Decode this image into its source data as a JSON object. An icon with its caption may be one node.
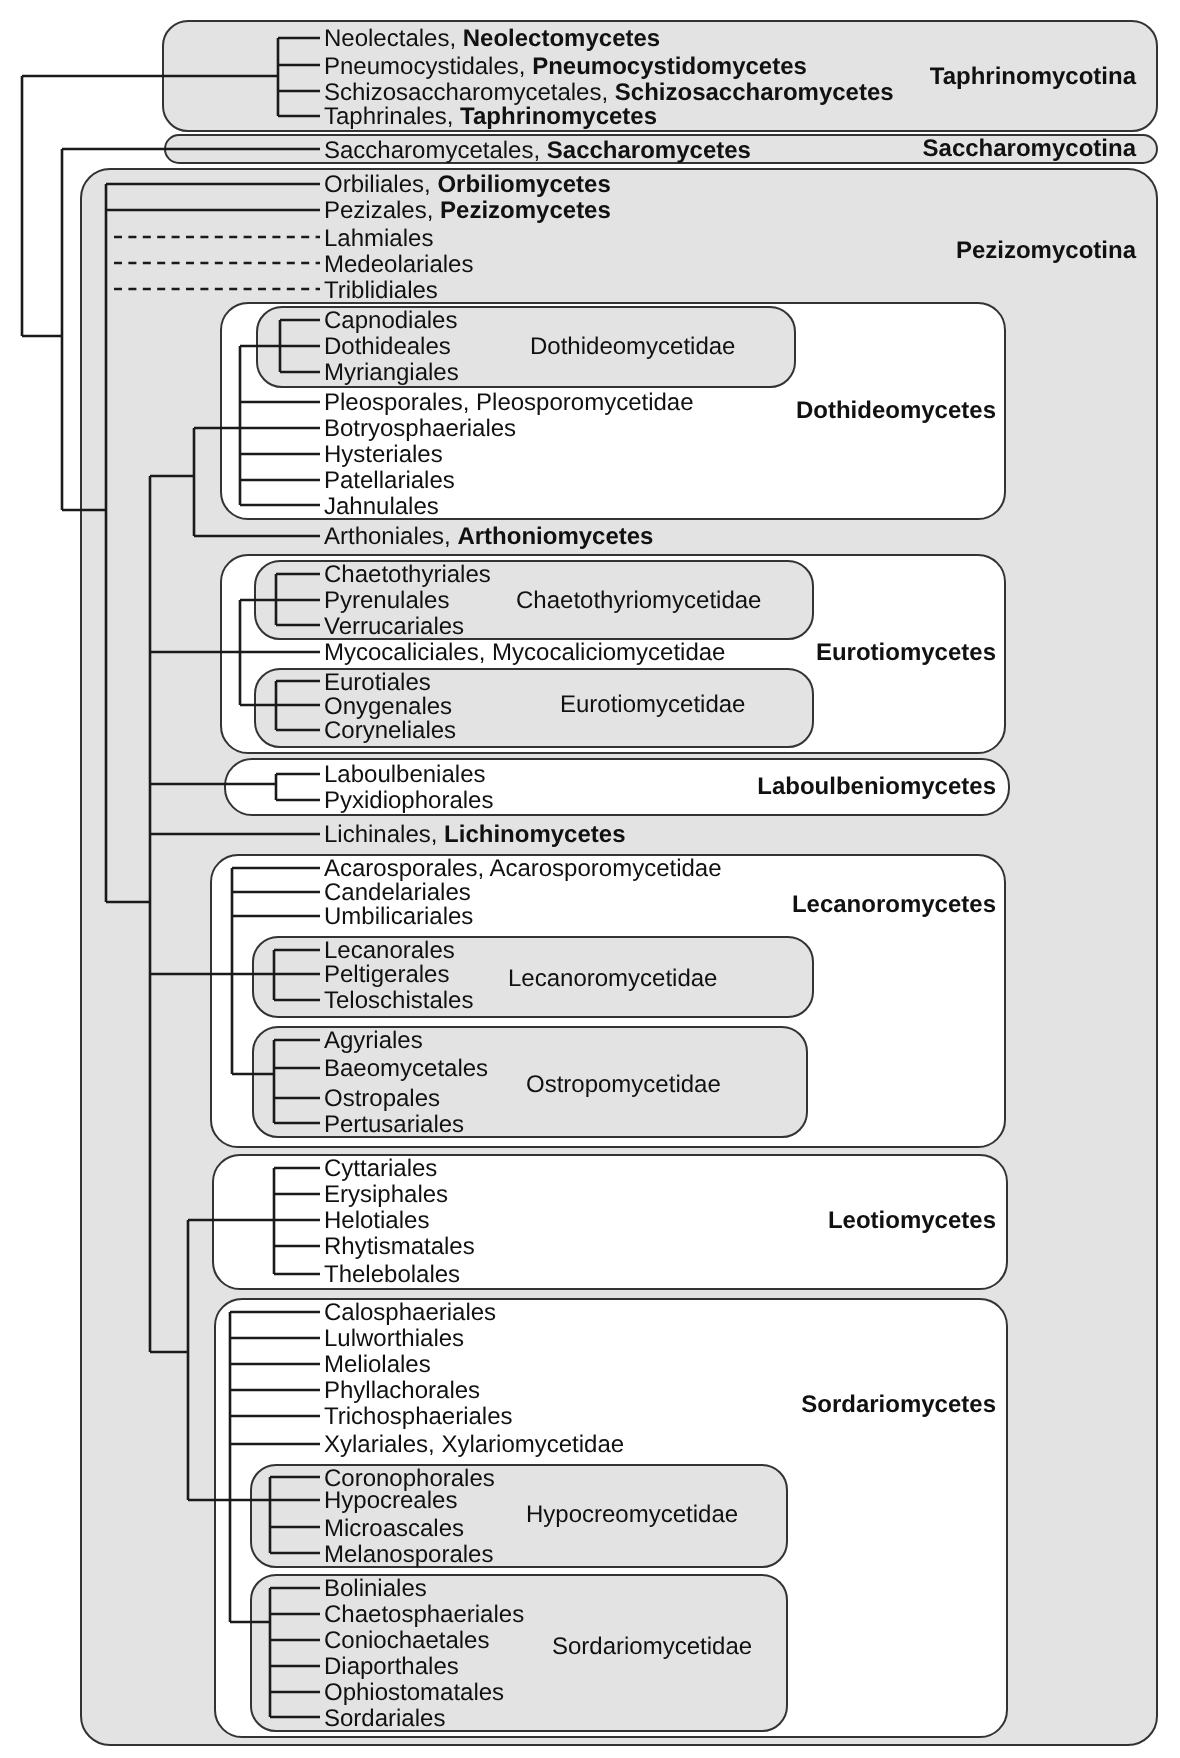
{
  "diagram": {
    "nodes": [
      {
        "text": [
          "Taphrinomycotina"
        ]
      },
      {
        "text": [
          "Neolectales, **Neolectomycetes**"
        ],
        "in": 0
      },
      {
        "text": [
          "Pneumocystidales, **Pneumocystidomycetes**"
        ],
        "in": 0
      },
      {
        "text": [
          "Schizosaccharomycetales, **Schizosaccharomycetes**"
        ],
        "in": 0
      },
      {
        "text": [
          "Taphrinales, **Taphrinomycetes**"
        ],
        "in": 0
      },
      {
        "text": [
          "Saccharomycotina"
        ]
      },
      {
        "text": [
          "Saccharomycetales, **Saccharomycetes**"
        ],
        "in": 5
      },
      {
        "text": [
          "Pezizomycotina"
        ]
      },
      {
        "text": [
          "Orbiliales, **Orbiliomycetes**"
        ],
        "in": 7
      },
      {
        "text": [
          "Pezizales, **Pezizomycetes**"
        ],
        "in": 7
      },
      {
        "text": [
          "Lahmiales"
        ],
        "in": 7
      },
      {
        "text": [
          "Medeolariales"
        ],
        "in": 7
      },
      {
        "text": [
          "Triblidiales"
        ],
        "in": 7
      },
      {
        "text": [
          "Dothideomycetes"
        ],
        "in": 7
      },
      {
        "text": [
          "Dothideomycetidae"
        ],
        "in": 13
      },
      {
        "text": [
          "Capnodiales"
        ],
        "in": 14
      },
      {
        "text": [
          "Dothideales"
        ],
        "in": 14
      },
      {
        "text": [
          "Myriangiales"
        ],
        "in": 14
      },
      {
        "text": [
          "Pleosporales, Pleosporomycetidae"
        ],
        "in": 13
      },
      {
        "text": [
          "Botryosphaeriales"
        ],
        "in": 13
      },
      {
        "text": [
          "Hysteriales"
        ],
        "in": 13
      },
      {
        "text": [
          "Patellariales"
        ],
        "in": 13
      },
      {
        "text": [
          "Jahnulales"
        ],
        "in": 13
      },
      {
        "text": [
          "Arthoniales, **Arthoniomycetes**"
        ],
        "in": 7
      },
      {
        "text": [
          "Eurotiomycetes"
        ],
        "in": 7
      },
      {
        "text": [
          "Chaetothyriomycetidae"
        ],
        "in": 24
      },
      {
        "text": [
          "Chaetothyriales"
        ],
        "in": 25
      },
      {
        "text": [
          "Pyrenulales"
        ],
        "in": 25
      },
      {
        "text": [
          "Verrucariales"
        ],
        "in": 25
      },
      {
        "text": [
          "Mycocaliciales, Mycocaliciomycetidae"
        ],
        "in": 24
      },
      {
        "text": [
          "Eurotiomycetidae"
        ],
        "in": 24
      },
      {
        "text": [
          "Eurotiales"
        ],
        "in": 30
      },
      {
        "text": [
          "Onygenales"
        ],
        "in": 30
      },
      {
        "text": [
          "Coryneliales"
        ],
        "in": 30
      },
      {
        "text": [
          "Laboulbeniomycetes"
        ],
        "in": 7
      },
      {
        "text": [
          "Laboulbeniales"
        ],
        "in": 34
      },
      {
        "text": [
          "Pyxidiophorales"
        ],
        "in": 34
      },
      {
        "text": [
          "Lichinales, **Lichinomycetes**"
        ],
        "in": 7
      },
      {
        "text": [
          "Lecanoromycetes"
        ],
        "in": 7
      },
      {
        "text": [
          "Acarosporales, Acarosporomycetidae"
        ],
        "in": 38
      },
      {
        "text": [
          "Candelariales"
        ],
        "in": 38
      },
      {
        "text": [
          "Umbilicariales"
        ],
        "in": 38
      },
      {
        "text": [
          "Lecanoromycetidae"
        ],
        "in": 38
      },
      {
        "text": [
          "Lecanorales"
        ],
        "in": 42
      },
      {
        "text": [
          "Peltigerales"
        ],
        "in": 42
      },
      {
        "text": [
          "Teloschistales"
        ],
        "in": 42
      },
      {
        "text": [
          "Ostropomycetidae"
        ],
        "in": 38
      },
      {
        "text": [
          "Agyriales"
        ],
        "in": 46
      },
      {
        "text": [
          "Baeomycetales"
        ],
        "in": 46
      },
      {
        "text": [
          "Ostropales"
        ],
        "in": 46
      },
      {
        "text": [
          "Pertusariales"
        ],
        "in": 46
      },
      {
        "text": [
          "Leotiomycetes"
        ],
        "in": 7
      },
      {
        "text": [
          "Cyttariales"
        ],
        "in": 51
      },
      {
        "text": [
          "Erysiphales"
        ],
        "in": 51
      },
      {
        "text": [
          "Helotiales"
        ],
        "in": 51
      },
      {
        "text": [
          "Rhytismatales"
        ],
        "in": 51
      },
      {
        "text": [
          "Thelebolales"
        ],
        "in": 51
      },
      {
        "text": [
          "Sordariomycetes"
        ],
        "in": 7
      },
      {
        "text": [
          "Calosphaeriales"
        ],
        "in": 57
      },
      {
        "text": [
          "Lulworthiales"
        ],
        "in": 57
      },
      {
        "text": [
          "Meliolales"
        ],
        "in": 57
      },
      {
        "text": [
          "Phyllachorales"
        ],
        "in": 57
      },
      {
        "text": [
          "Trichosphaeriales"
        ],
        "in": 57
      },
      {
        "text": [
          "Xylariales, Xylariomycetidae"
        ],
        "in": 57
      },
      {
        "text": [
          "Hypocreomycetidae"
        ],
        "in": 57
      },
      {
        "text": [
          "Coronophorales"
        ],
        "in": 64
      },
      {
        "text": [
          "Hypocreales"
        ],
        "in": 64
      },
      {
        "text": [
          "Microascales"
        ],
        "in": 64
      },
      {
        "text": [
          "Melanosporales"
        ],
        "in": 64
      },
      {
        "text": [
          "Sordariomycetidae"
        ],
        "in": 57
      },
      {
        "text": [
          "Boliniales"
        ],
        "in": 69
      },
      {
        "text": [
          "Chaetosphaeriales"
        ],
        "in": 69
      },
      {
        "text": [
          "Coniochaetales"
        ],
        "in": 69
      },
      {
        "text": [
          "Diaporthales"
        ],
        "in": 69
      },
      {
        "text": [
          "Ophiostomatales"
        ],
        "in": 69
      },
      {
        "text": [
          "Sordariales"
        ],
        "in": 69
      }
    ],
    "edges": [
      {
        "from": null,
        "to": 1,
        "arrow": "none"
      },
      {
        "from": null,
        "to": 2,
        "arrow": "none"
      },
      {
        "from": null,
        "to": 3,
        "arrow": "none"
      },
      {
        "from": null,
        "to": 4,
        "arrow": "none"
      },
      {
        "from": null,
        "to": 6,
        "arrow": "none"
      },
      {
        "from": null,
        "to": 8,
        "arrow": "none"
      },
      {
        "from": null,
        "to": 9,
        "arrow": "none"
      },
      {
        "from": 7,
        "to": 10,
        "arrow": "none",
        "style": "dashed"
      },
      {
        "from": 7,
        "to": 11,
        "arrow": "none",
        "style": "dashed"
      },
      {
        "from": 7,
        "to": 12,
        "arrow": "none",
        "style": "dashed"
      },
      {
        "from": null,
        "to": 15,
        "arrow": "none"
      },
      {
        "from": null,
        "to": 16,
        "arrow": "none"
      },
      {
        "from": null,
        "to": 17,
        "arrow": "none"
      },
      {
        "from": null,
        "to": 18,
        "arrow": "none"
      },
      {
        "from": null,
        "to": 19,
        "arrow": "none"
      },
      {
        "from": null,
        "to": 20,
        "arrow": "none"
      },
      {
        "from": null,
        "to": 21,
        "arrow": "none"
      },
      {
        "from": null,
        "to": 22,
        "arrow": "none"
      },
      {
        "from": null,
        "to": 23,
        "arrow": "none"
      },
      {
        "from": null,
        "to": 26,
        "arrow": "none"
      },
      {
        "from": null,
        "to": 27,
        "arrow": "none"
      },
      {
        "from": null,
        "to": 28,
        "arrow": "none"
      },
      {
        "from": null,
        "to": 29,
        "arrow": "none"
      },
      {
        "from": null,
        "to": 31,
        "arrow": "none"
      },
      {
        "from": null,
        "to": 32,
        "arrow": "none"
      },
      {
        "from": null,
        "to": 33,
        "arrow": "none"
      },
      {
        "from": null,
        "to": 35,
        "arrow": "none"
      },
      {
        "from": null,
        "to": 36,
        "arrow": "none"
      },
      {
        "from": null,
        "to": 37,
        "arrow": "none"
      },
      {
        "from": null,
        "to": 39,
        "arrow": "none"
      },
      {
        "from": null,
        "to": 40,
        "arrow": "none"
      },
      {
        "from": null,
        "to": 41,
        "arrow": "none"
      },
      {
        "from": null,
        "to": 43,
        "arrow": "none"
      },
      {
        "from": null,
        "to": 44,
        "arrow": "none"
      },
      {
        "from": null,
        "to": 45,
        "arrow": "none"
      },
      {
        "from": null,
        "to": 47,
        "arrow": "none"
      },
      {
        "from": null,
        "to": 48,
        "arrow": "none"
      },
      {
        "from": null,
        "to": 49,
        "arrow": "none"
      },
      {
        "from": null,
        "to": 50,
        "arrow": "none"
      },
      {
        "from": null,
        "to": 52,
        "arrow": "none"
      },
      {
        "from": null,
        "to": 53,
        "arrow": "none"
      },
      {
        "from": null,
        "to": 54,
        "arrow": "none"
      },
      {
        "from": null,
        "to": 55,
        "arrow": "none"
      },
      {
        "from": null,
        "to": 56,
        "arrow": "none"
      },
      {
        "from": null,
        "to": 58,
        "arrow": "none"
      },
      {
        "from": null,
        "to": 59,
        "arrow": "none"
      },
      {
        "from": null,
        "to": 60,
        "arrow": "none"
      },
      {
        "from": null,
        "to": 61,
        "arrow": "none"
      },
      {
        "from": null,
        "to": 62,
        "arrow": "none"
      },
      {
        "from": null,
        "to": 63,
        "arrow": "none"
      },
      {
        "from": null,
        "to": 65,
        "arrow": "none"
      },
      {
        "from": null,
        "to": 66,
        "arrow": "none"
      },
      {
        "from": null,
        "to": 67,
        "arrow": "none"
      },
      {
        "from": null,
        "to": 68,
        "arrow": "none"
      },
      {
        "from": null,
        "to": 70,
        "arrow": "none"
      },
      {
        "from": null,
        "to": 71,
        "arrow": "none"
      },
      {
        "from": null,
        "to": 72,
        "arrow": "none"
      },
      {
        "from": null,
        "to": 73,
        "arrow": "none"
      },
      {
        "from": null,
        "to": 74,
        "arrow": "none"
      },
      {
        "from": null,
        "to": 75,
        "arrow": "none"
      }
    ]
  }
}
